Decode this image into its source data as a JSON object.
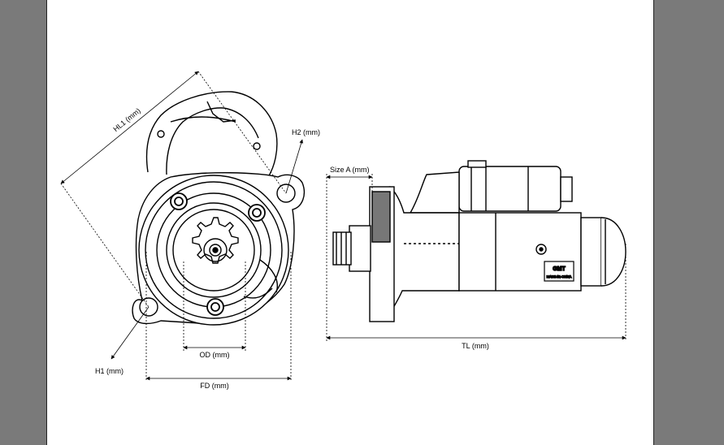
{
  "viewer": {
    "background_color": "#7a7a7a",
    "page_color": "#ffffff"
  },
  "diagram": {
    "labels": {
      "hl1": "HL1 (mm)",
      "h2": "H2 (mm)",
      "h1": "H1 (mm)",
      "od": "OD (mm)",
      "fd": "FD (mm)",
      "size_a": "Size A (mm)",
      "tl": "TL (mm)"
    },
    "nameplate": {
      "brand": "GMT",
      "text": "MADE-IN-CHINA"
    }
  }
}
